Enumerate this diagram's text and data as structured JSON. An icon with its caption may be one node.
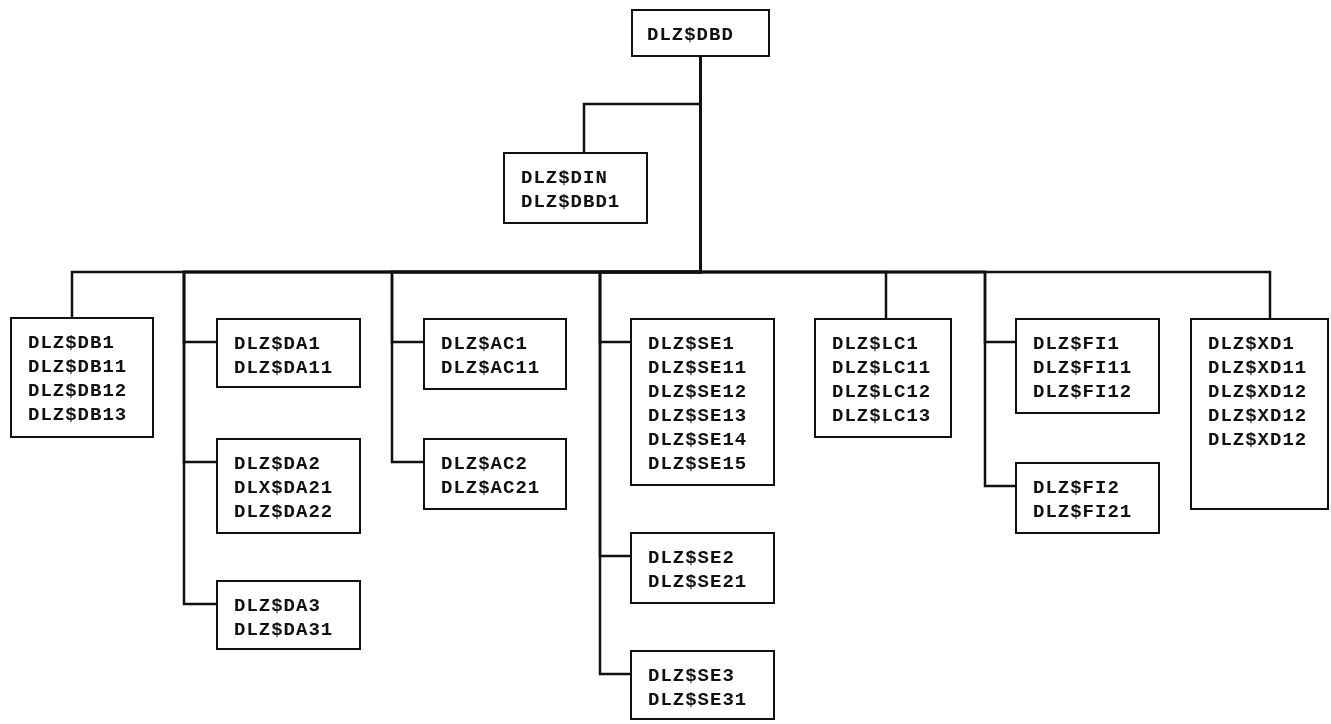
{
  "diagram": {
    "nodes": [
      {
        "text": [
          "DLZ$DBD"
        ]
      },
      {
        "text": [
          "DLZ$DIN",
          "DLZ$DBD1"
        ]
      },
      {
        "text": [
          "DLZ$DB1",
          "DLZ$DB11",
          "DLZ$DB12",
          "DLZ$DB13"
        ]
      },
      {
        "text": [
          "DLZ$DA1",
          "DLZ$DA11"
        ]
      },
      {
        "text": [
          "DLZ$DA2",
          "DLX$DA21",
          "DLZ$DA22"
        ]
      },
      {
        "text": [
          "DLZ$DA3",
          "DLZ$DA31"
        ]
      },
      {
        "text": [
          "DLZ$AC1",
          "DLZ$AC11"
        ]
      },
      {
        "text": [
          "DLZ$AC2",
          "DLZ$AC21"
        ]
      },
      {
        "text": [
          "DLZ$SE1",
          "DLZ$SE11",
          "DLZ$SE12",
          "DLZ$SE13",
          "DLZ$SE14",
          "DLZ$SE15"
        ]
      },
      {
        "text": [
          "DLZ$SE2",
          "DLZ$SE21"
        ]
      },
      {
        "text": [
          "DLZ$SE3",
          "DLZ$SE31"
        ]
      },
      {
        "text": [
          "DLZ$LC1",
          "DLZ$LC11",
          "DLZ$LC12",
          "DLZ$LC13"
        ]
      },
      {
        "text": [
          "DLZ$FI1",
          "DLZ$FI11",
          "DLZ$FI12"
        ]
      },
      {
        "text": [
          "DLZ$FI2",
          "DLZ$FI21"
        ]
      },
      {
        "text": [
          "DLZ$XD1",
          "DLZ$XD11",
          "DLZ$XD12",
          "DLZ$XD12",
          "DLZ$XD12"
        ]
      }
    ],
    "edges": [
      {
        "from": 0,
        "to": 1,
        "arrow": "none"
      },
      {
        "from": 0,
        "to": 2,
        "arrow": "none"
      },
      {
        "from": 0,
        "to": 3,
        "arrow": "none"
      },
      {
        "from": 0,
        "to": 4,
        "arrow": "none"
      },
      {
        "from": 0,
        "to": 5,
        "arrow": "none"
      },
      {
        "from": 0,
        "to": 6,
        "arrow": "none"
      },
      {
        "from": 0,
        "to": 7,
        "arrow": "none"
      },
      {
        "from": 0,
        "to": 8,
        "arrow": "none"
      },
      {
        "from": 0,
        "to": 9,
        "arrow": "none"
      },
      {
        "from": 0,
        "to": 10,
        "arrow": "none"
      },
      {
        "from": 0,
        "to": 11,
        "arrow": "none"
      },
      {
        "from": 0,
        "to": 12,
        "arrow": "none"
      },
      {
        "from": 0,
        "to": 13,
        "arrow": "none"
      },
      {
        "from": 0,
        "to": 14,
        "arrow": "none"
      }
    ]
  }
}
